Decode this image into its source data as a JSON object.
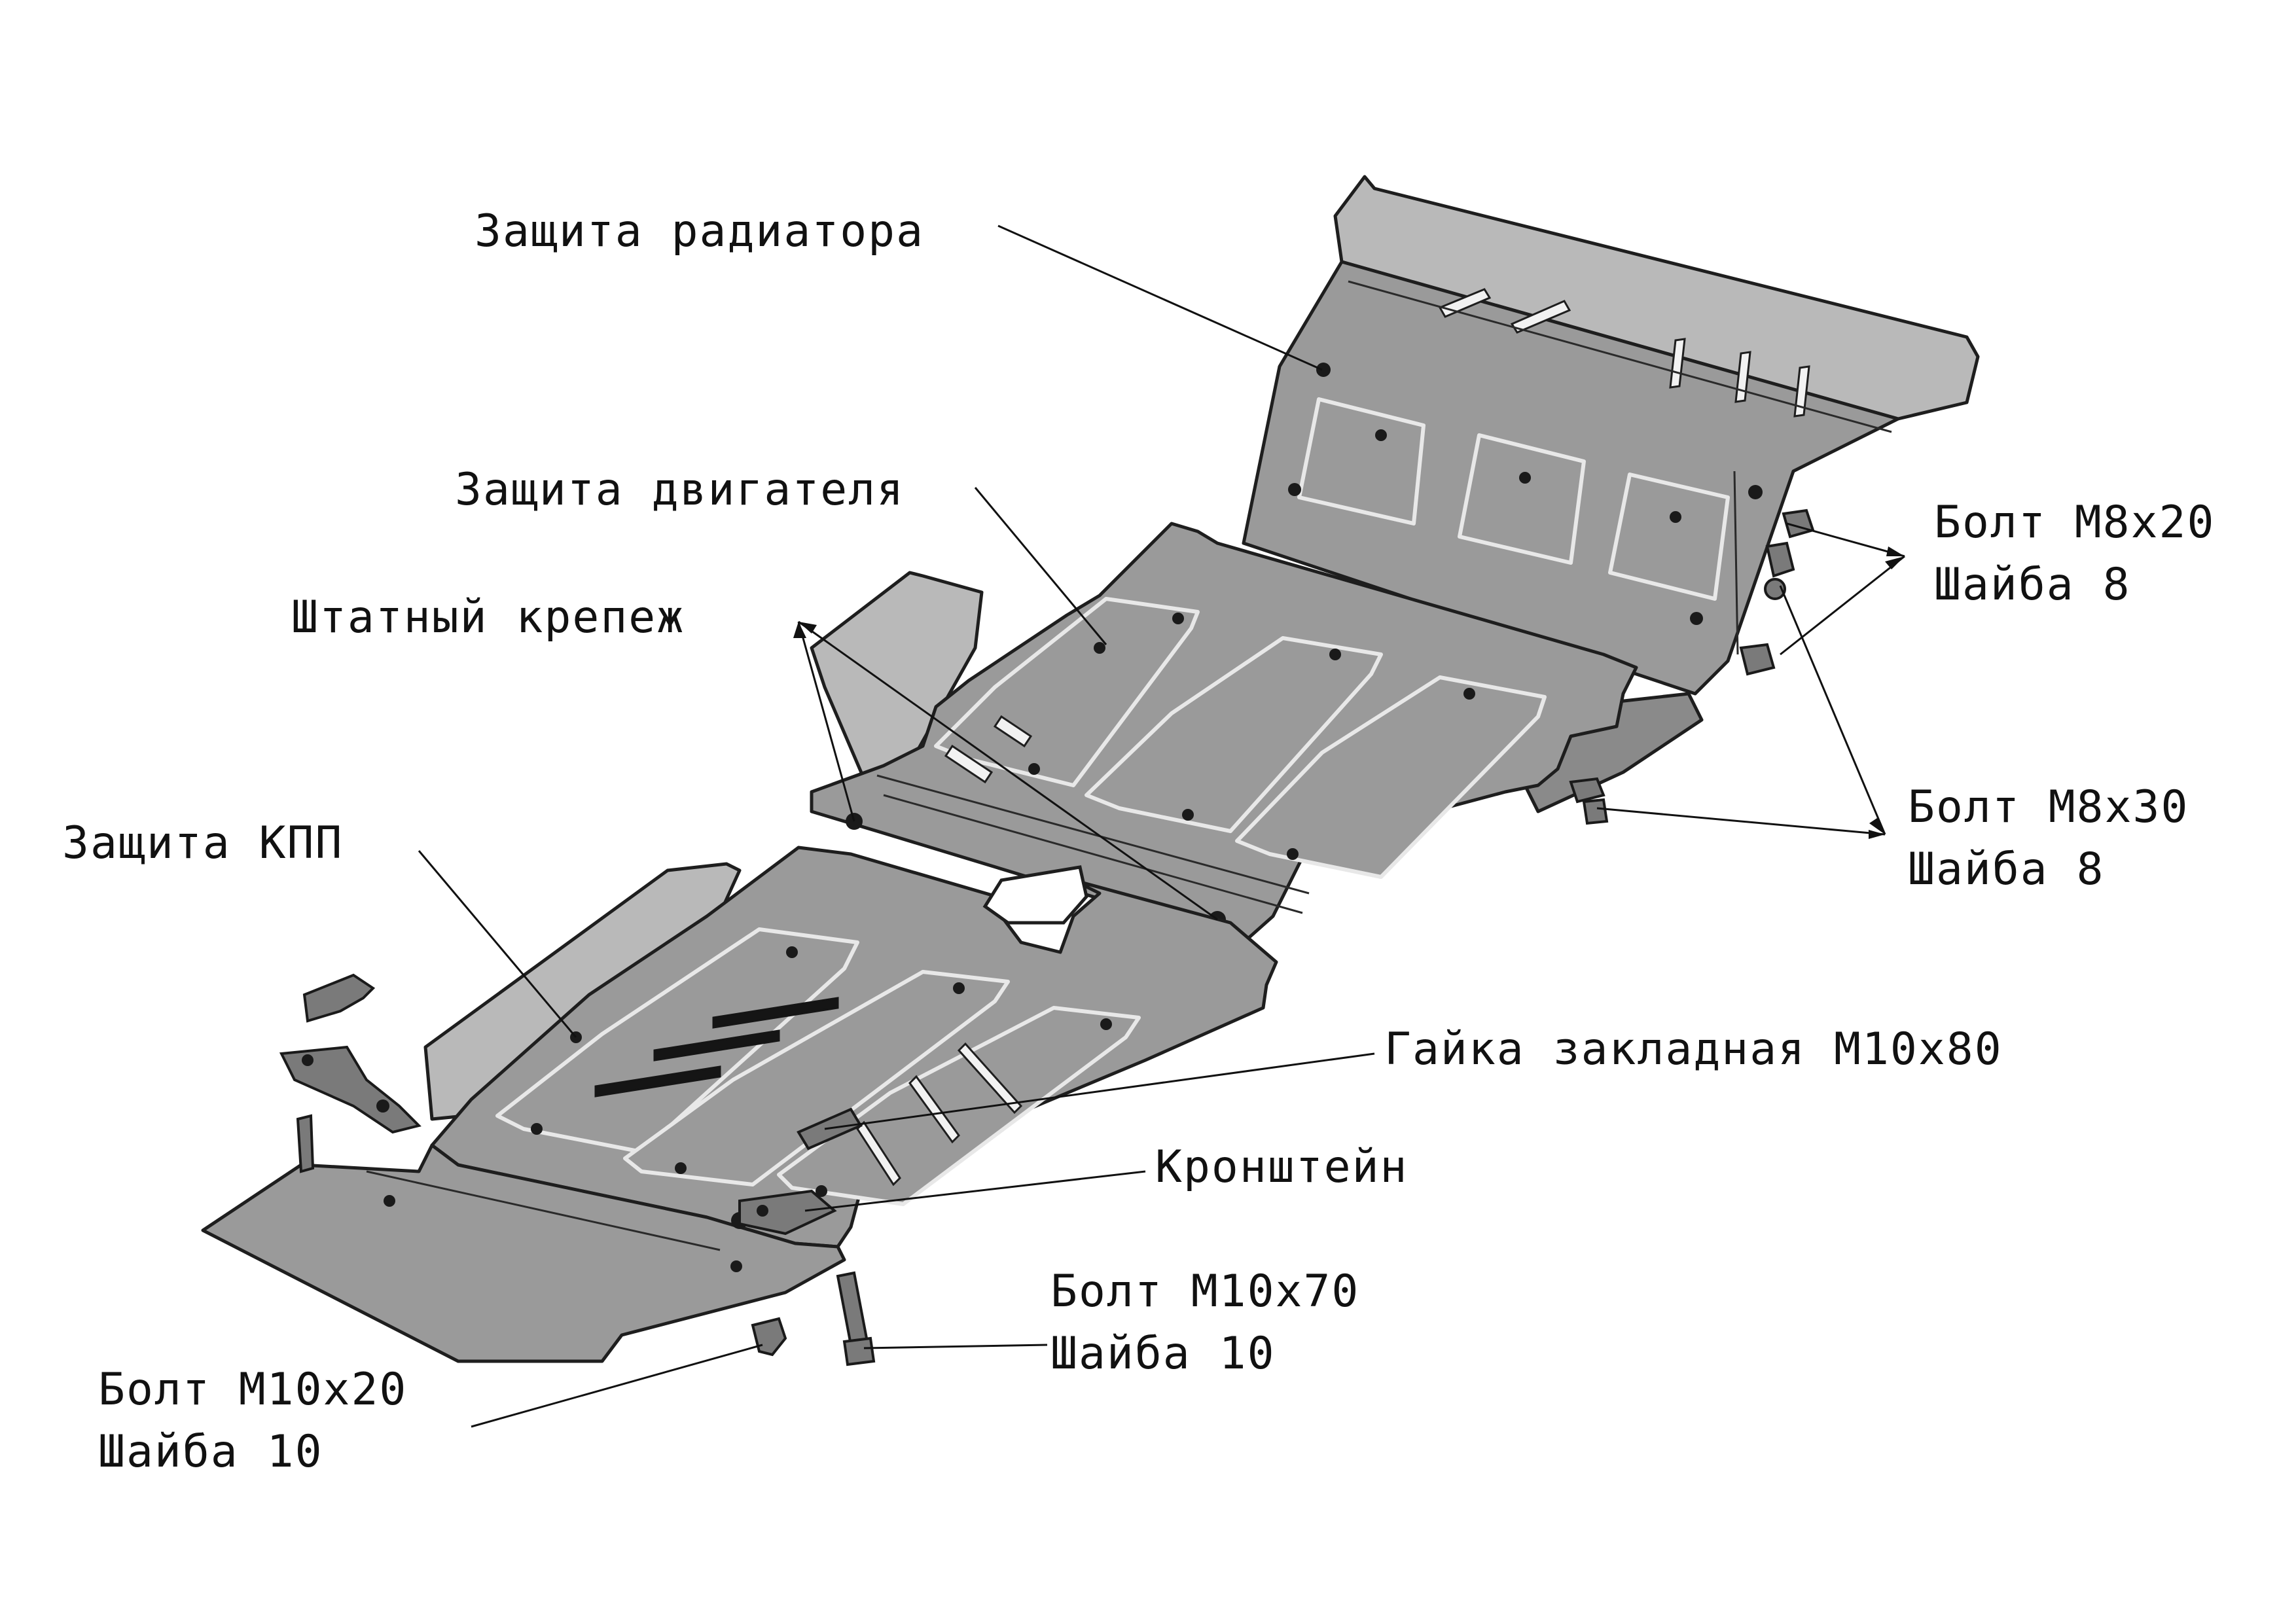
{
  "labels": {
    "radiator_guard": "Защита радиатора",
    "engine_guard": "Защита двигателя",
    "standard_fastener": "Штатный крепеж",
    "gearbox_guard": "Защита КПП",
    "bolt_m8x20": "Болт М8х20",
    "washer_8_a": "Шайба 8",
    "bolt_m8x30": "Болт М8х30",
    "washer_8_b": "Шайба 8",
    "embedded_nut": "Гайка закладная М10х80",
    "bracket": "Кронштейн",
    "bolt_m10x70": "Болт М10х70",
    "washer_10_a": "Шайба 10",
    "bolt_m10x20": "Болт М10х20",
    "washer_10_b": "Шайба 10"
  },
  "colors": {
    "plate": "#9a9a9a",
    "outline": "#1e1e1e",
    "background": "#ffffff"
  }
}
